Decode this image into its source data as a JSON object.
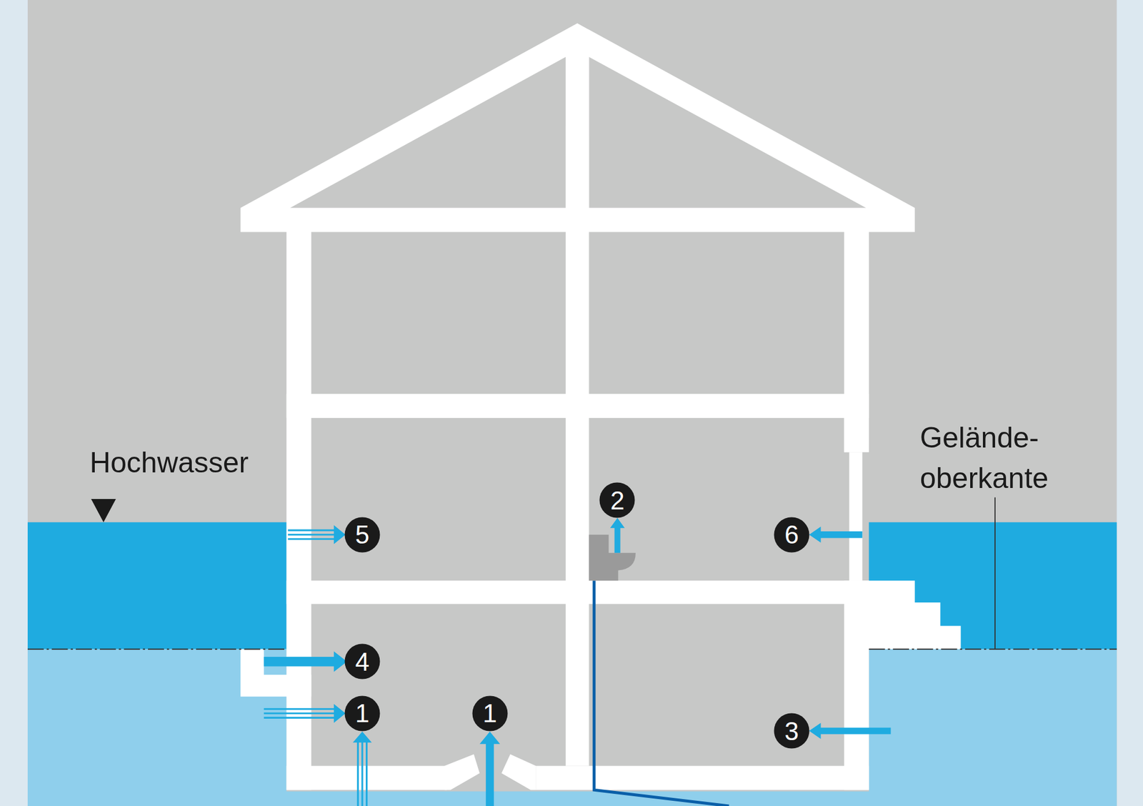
{
  "diagram": {
    "labels": [
      "Hochwasser",
      "Gelände- oberkante",
      "2",
      "5",
      "6",
      "4",
      "1",
      "1",
      "3"
    ]
  }
}
